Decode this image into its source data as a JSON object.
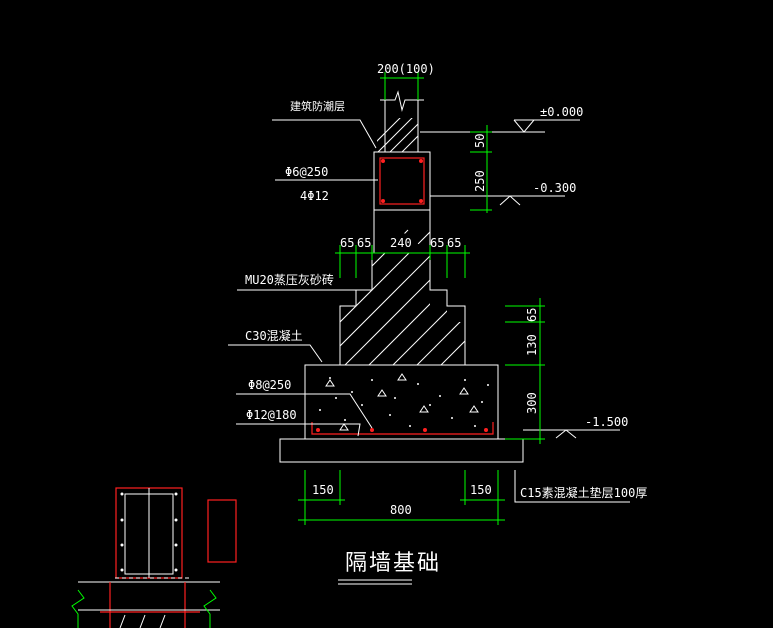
{
  "drawing": {
    "title": "隔墙基础",
    "wall_width": "200(100)",
    "damp_proof": "建筑防潮层",
    "beam_stirrup": "Φ6@250",
    "beam_main_bar": "4Φ12",
    "brick_material": "MU20蒸压灰砂砖",
    "concrete_material": "C30混凝土",
    "rebar_top": "Φ8@250",
    "rebar_bottom": "Φ12@180",
    "cushion": "C15素混凝土垫层100厚",
    "elev_0": "±0.000",
    "elev_1": "-0.300",
    "elev_2": "-1.500",
    "dim_50": "50",
    "dim_250": "250",
    "dim_65a": "65",
    "dim_65b": "65",
    "dim_240": "240",
    "dim_65c": "65",
    "dim_65d": "65",
    "dim_65v": "65",
    "dim_130": "130",
    "dim_300": "300",
    "dim_150a": "150",
    "dim_150b": "150",
    "dim_800": "800"
  },
  "colors": {
    "background": "#000000",
    "line": "#ffffff",
    "dimension": "#00ff00",
    "rebar": "#ff2020"
  }
}
